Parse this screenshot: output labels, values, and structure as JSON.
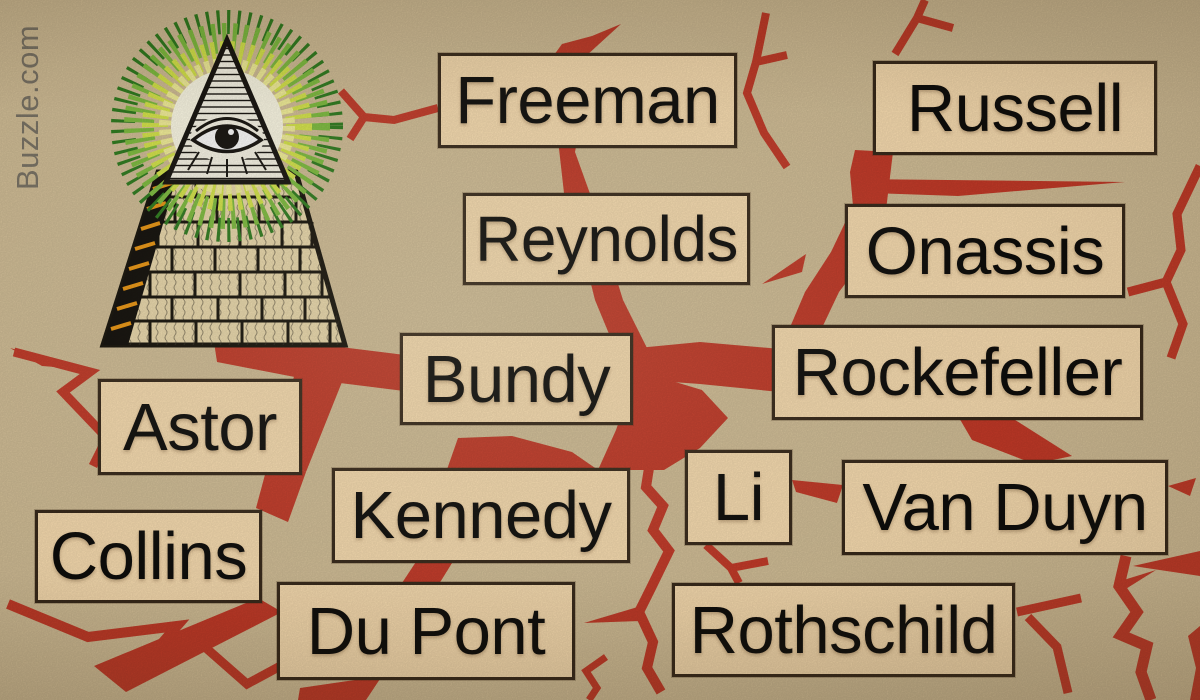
{
  "watermark": {
    "text": "Buzzle.com"
  },
  "illustration": {
    "label": "Illuminati pyramid with all-seeing eye"
  },
  "names": [
    {
      "label": "Freeman"
    },
    {
      "label": "Russell"
    },
    {
      "label": "Reynolds"
    },
    {
      "label": "Onassis"
    },
    {
      "label": "Bundy"
    },
    {
      "label": "Rockefeller"
    },
    {
      "label": "Astor"
    },
    {
      "label": "Li"
    },
    {
      "label": "Van Duyn"
    },
    {
      "label": "Kennedy"
    },
    {
      "label": "Collins"
    },
    {
      "label": "Du Pont"
    },
    {
      "label": "Rothschild"
    }
  ],
  "colors": {
    "background": "#d4c098",
    "crack": "#c53a28",
    "box_fill": "#fbdfb2",
    "box_border": "#38291a",
    "name_text": "#0e0d0b",
    "watermark_text": "#7c7567"
  }
}
